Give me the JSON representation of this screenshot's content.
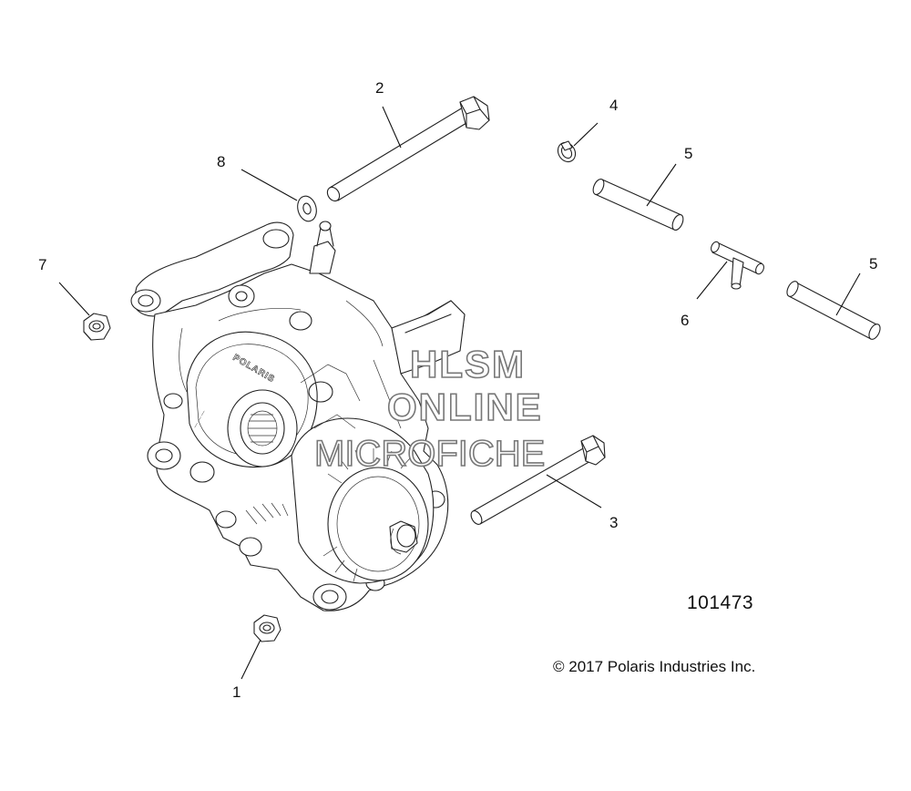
{
  "callouts": [
    {
      "id": "1",
      "label": "1"
    },
    {
      "id": "2",
      "label": "2"
    },
    {
      "id": "3",
      "label": "3"
    },
    {
      "id": "4",
      "label": "4"
    },
    {
      "id": "5a",
      "label": "5"
    },
    {
      "id": "5b",
      "label": "5"
    },
    {
      "id": "6",
      "label": "6"
    },
    {
      "id": "7",
      "label": "7"
    },
    {
      "id": "8",
      "label": "8"
    }
  ],
  "figure_number": "101473",
  "copyright": "© 2017 Polaris Industries Inc.",
  "watermark": {
    "line1": "HLSM",
    "line2": "ONLINE",
    "line3": "MICROFICHE"
  },
  "housing_text": {
    "brand": "POLARIS"
  }
}
